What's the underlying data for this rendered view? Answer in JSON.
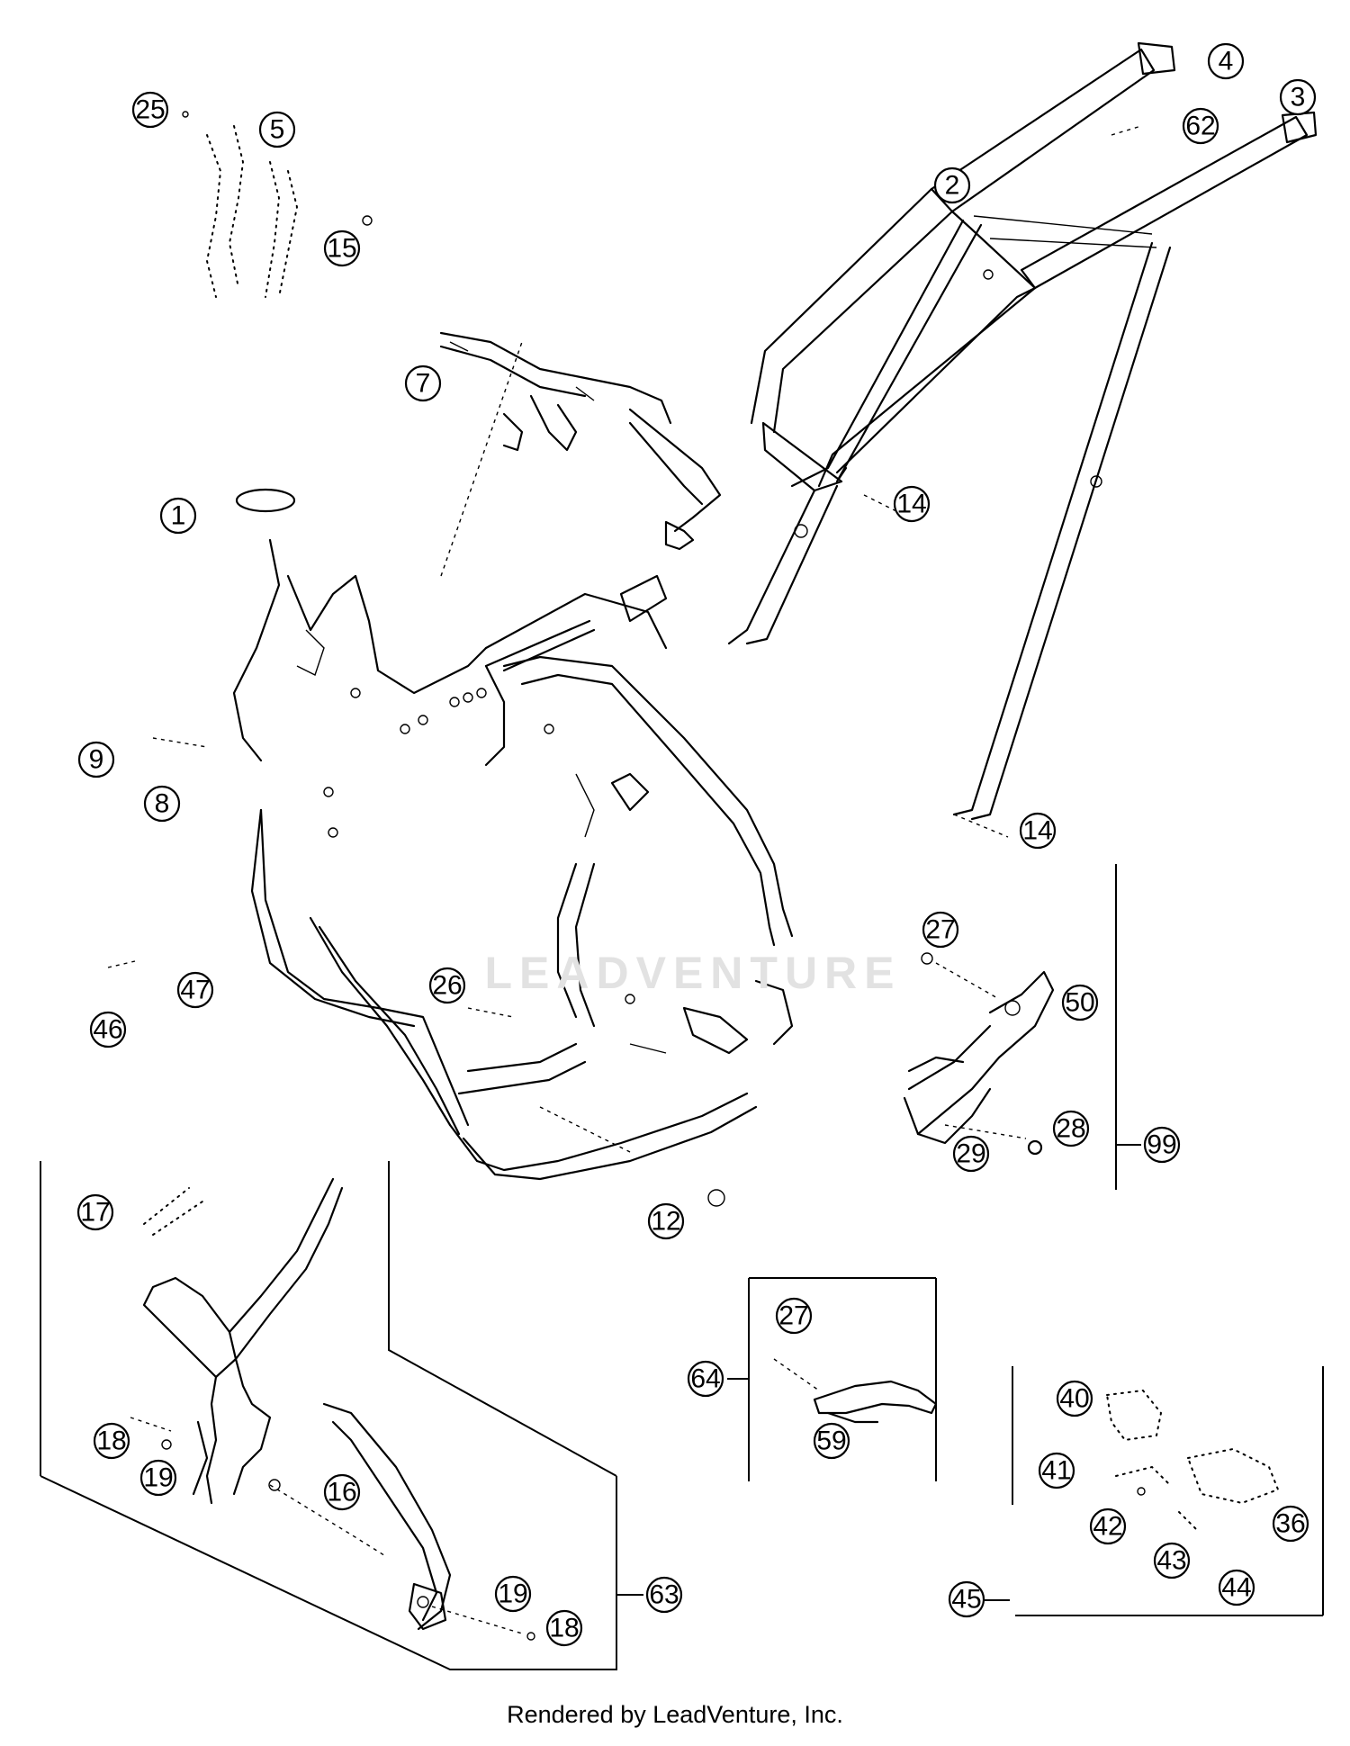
{
  "watermark": "LEADVENTURE",
  "footer": "Rendered by LeadVenture, Inc.",
  "callouts": [
    {
      "label": "1"
    },
    {
      "label": "2"
    },
    {
      "label": "3"
    },
    {
      "label": "4"
    },
    {
      "label": "5"
    },
    {
      "label": "7"
    },
    {
      "label": "8"
    },
    {
      "label": "9"
    },
    {
      "label": "12"
    },
    {
      "label": "14"
    },
    {
      "label": "14"
    },
    {
      "label": "15"
    },
    {
      "label": "16"
    },
    {
      "label": "17"
    },
    {
      "label": "18"
    },
    {
      "label": "18"
    },
    {
      "label": "19"
    },
    {
      "label": "19"
    },
    {
      "label": "25"
    },
    {
      "label": "26"
    },
    {
      "label": "27"
    },
    {
      "label": "27"
    },
    {
      "label": "28"
    },
    {
      "label": "29"
    },
    {
      "label": "36"
    },
    {
      "label": "40"
    },
    {
      "label": "41"
    },
    {
      "label": "42"
    },
    {
      "label": "43"
    },
    {
      "label": "44"
    },
    {
      "label": "45"
    },
    {
      "label": "46"
    },
    {
      "label": "47"
    },
    {
      "label": "50"
    },
    {
      "label": "59"
    },
    {
      "label": "62"
    },
    {
      "label": "63"
    },
    {
      "label": "64"
    },
    {
      "label": "99"
    }
  ]
}
